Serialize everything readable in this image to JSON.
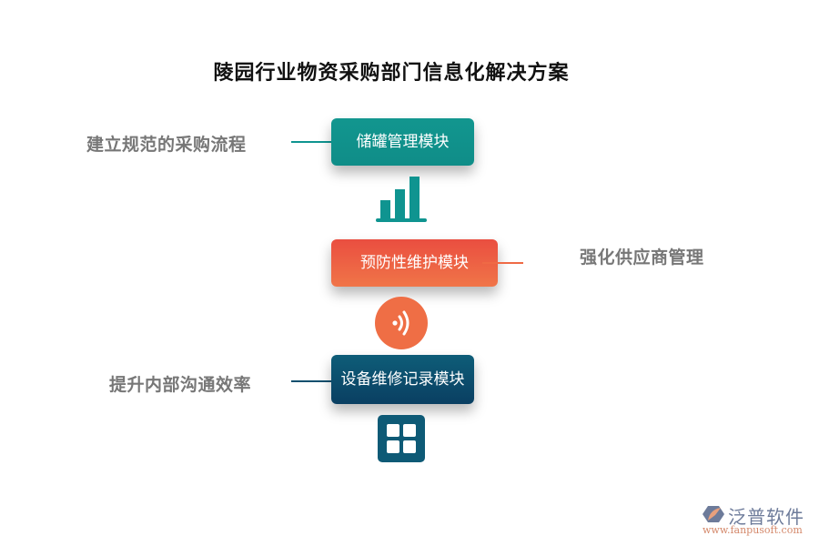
{
  "title": "陵园行业物资采购部门信息化解决方案",
  "items": [
    {
      "side_label": "建立规范的采购流程",
      "side": "left",
      "module_label": "储罐管理模块",
      "color": "#0f9490",
      "icon": "bar-chart-icon"
    },
    {
      "side_label": "强化供应商管理",
      "side": "right",
      "module_label": "预防性维护模块",
      "color": "#ef6a45",
      "icon": "signal-wave-icon"
    },
    {
      "side_label": "提升内部沟通效率",
      "side": "left",
      "module_label": "设备维修记录模块",
      "color": "#0e4f6e",
      "icon": "grid-icon"
    }
  ],
  "logo": {
    "name": "泛普软件",
    "url": "www.fanpusoft.com"
  },
  "colors": {
    "teal": "#0f9490",
    "orange": "#ef6a45",
    "navy": "#0e4f6e",
    "label_gray": "#777777"
  }
}
